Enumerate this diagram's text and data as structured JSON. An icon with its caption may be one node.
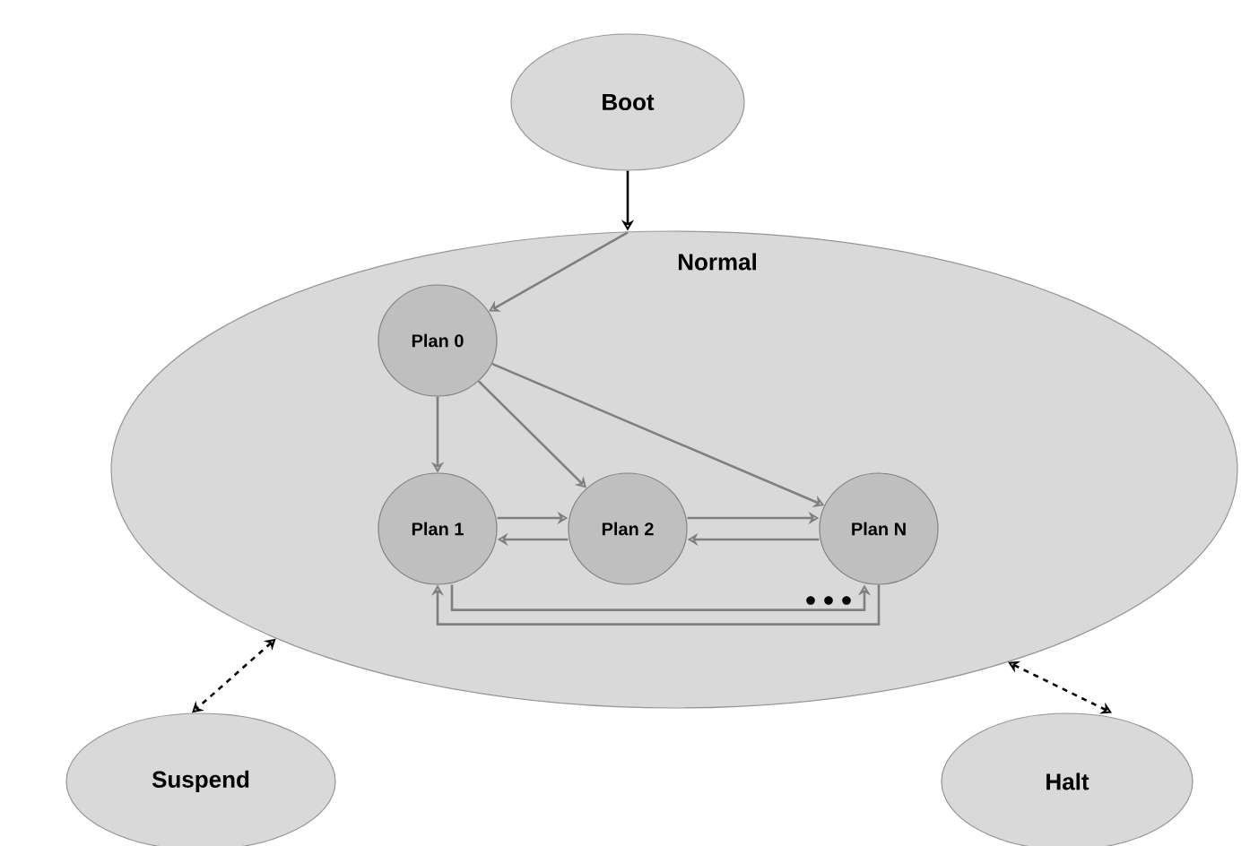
{
  "diagram": {
    "nodes": [
      {
        "text": [
          "Boot"
        ]
      },
      {
        "text": [
          "Normal"
        ]
      },
      {
        "text": [
          "Plan 0"
        ],
        "in": 1
      },
      {
        "text": [
          "Plan 1"
        ],
        "in": 1
      },
      {
        "text": [
          "Plan 2"
        ],
        "in": 1
      },
      {
        "text": [
          "Plan N"
        ],
        "in": 1
      },
      {
        "text": [
          "Suspend"
        ]
      },
      {
        "text": [
          "Halt"
        ]
      }
    ],
    "edges": [
      {
        "from": 0,
        "to": 1,
        "arrow": "to",
        "color": "#000000"
      },
      {
        "from": 1,
        "to": 2,
        "arrow": "to"
      },
      {
        "from": 2,
        "to": 3,
        "arrow": "to"
      },
      {
        "from": 2,
        "to": 4,
        "arrow": "to"
      },
      {
        "from": 2,
        "to": 5,
        "arrow": "to"
      },
      {
        "from": 3,
        "to": 4,
        "arrow": "to"
      },
      {
        "from": 4,
        "to": 3,
        "arrow": "to"
      },
      {
        "from": 4,
        "to": 5,
        "arrow": "to"
      },
      {
        "from": 5,
        "to": 4,
        "arrow": "to"
      },
      {
        "from": 3,
        "to": 5,
        "arrow": "to"
      },
      {
        "from": 5,
        "to": 3,
        "arrow": "to"
      },
      {
        "from": 1,
        "to": 6,
        "arrow": "both",
        "style": "dashed",
        "color": "#000000"
      },
      {
        "from": 1,
        "to": 7,
        "arrow": "both",
        "style": "dashed",
        "color": "#000000"
      }
    ]
  }
}
